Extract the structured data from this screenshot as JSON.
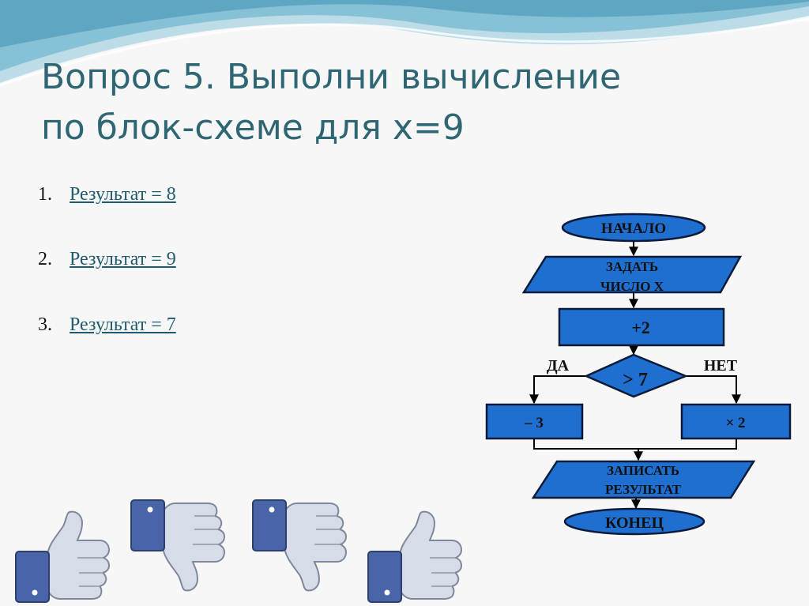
{
  "title": {
    "line1": "Вопрос 5. Выполни вычисление",
    "line2": "по блок-схеме для x=9"
  },
  "answers": [
    {
      "num": "1.",
      "text": "Результат = 8"
    },
    {
      "num": "2.",
      "text": "Результат = 9"
    },
    {
      "num": "3.",
      "text": "Результат = 7"
    }
  ],
  "flowchart": {
    "start": "НАЧАЛО",
    "input_line1": "ЗАДАТЬ",
    "input_line2": "ЧИСЛО Х",
    "add": "+2",
    "condition": "> 7",
    "yes": "ДА",
    "no": "НЕТ",
    "minus": "– 3",
    "times": "× 2",
    "output_line1": "ЗАПИСАТЬ",
    "output_line2": "РЕЗУЛЬТАТ",
    "end": "КОНЕЦ"
  },
  "colors": {
    "block_fill": "#1f6fd0",
    "block_stroke": "#0a1a3a",
    "title": "#2f6673",
    "link": "#1f5b6e",
    "thumb_cuff": "#4a64a8",
    "thumb_hand": "#d7dde8"
  },
  "icons": [
    "thumbs-up-icon",
    "thumbs-down-icon",
    "thumbs-down-icon",
    "thumbs-up-icon"
  ]
}
